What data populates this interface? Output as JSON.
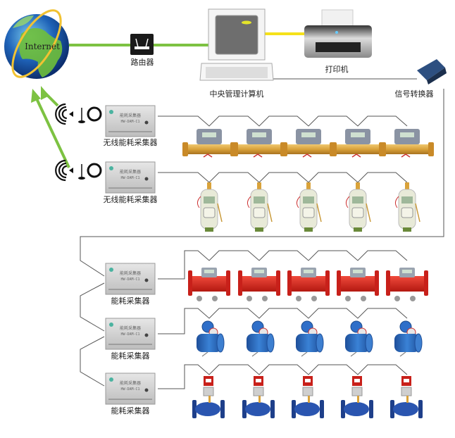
{
  "nodes": {
    "internet": {
      "label": "Internet"
    },
    "router": {
      "label": "路由器"
    },
    "computer": {
      "label": "中央管理计算机"
    },
    "printer": {
      "label": "打印机"
    },
    "converter": {
      "label": "信号转换器"
    }
  },
  "collectors": [
    {
      "label": "无线能耗采集器",
      "type": "wireless",
      "panel_title": "能耗采集器",
      "panel_model": "HW-DAM-C1",
      "meter_type": "ultrasonic-heat-meter",
      "meter_count": 5
    },
    {
      "label": "无线能耗采集器",
      "type": "wireless",
      "panel_title": "能耗采集器",
      "panel_model": "HW-DAM-C1",
      "meter_type": "household-heat-meter",
      "meter_count": 5
    },
    {
      "label": "能耗采集器",
      "type": "wired",
      "panel_title": "能耗采集器",
      "panel_model": "HW-DAM-C1",
      "meter_type": "red-flange-heat-meter",
      "meter_count": 5
    },
    {
      "label": "能耗采集器",
      "type": "wired",
      "panel_title": "能耗采集器",
      "panel_model": "HW-DAM-C1",
      "meter_type": "blue-electromagnetic-flowmeter",
      "meter_count": 5
    },
    {
      "label": "能耗采集器",
      "type": "wired",
      "panel_title": "能耗采集器",
      "panel_model": "HW-DAM-C1",
      "meter_type": "blue-control-valve",
      "meter_count": 5
    }
  ],
  "colors": {
    "network_link": "#7dc242",
    "printer_link": "#f5e11a",
    "bus_line": "#555555",
    "globe_ocean": "#1f63b8",
    "globe_land": "#6fbf3a",
    "red_meter": "#d9261c",
    "blue_meter": "#2f6fc9",
    "brass": "#d9a23a"
  }
}
